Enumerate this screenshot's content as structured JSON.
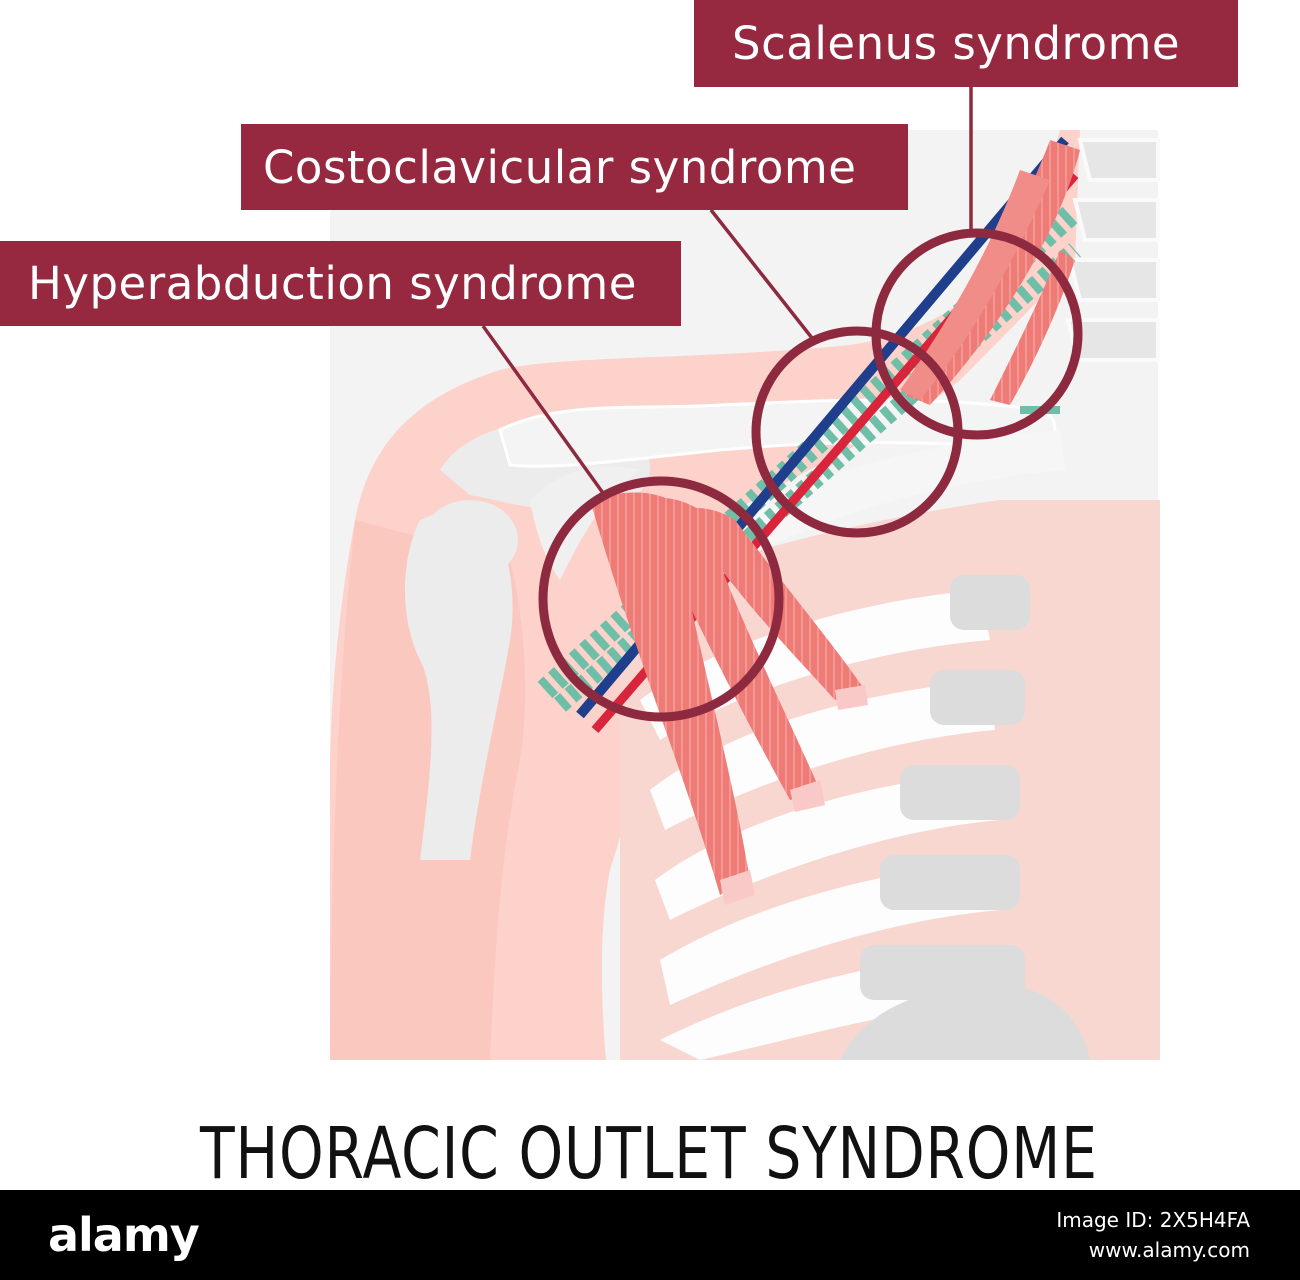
{
  "labels": {
    "scalenus": "Scalenus syndrome",
    "costoclavicular": "Costoclavicular syndrome",
    "hyperabduction": "Hyperabduction syndrome"
  },
  "title": "THORACIC OUTLET SYNDROME",
  "footer": {
    "logo": "alamy",
    "image_id": "Image ID: 2X5H4FA",
    "url": "www.alamy.com"
  },
  "watermark": "alamy",
  "colors": {
    "label_bg": "#96283f",
    "callout": "#8e2a3f",
    "skin": "#fcd2cb",
    "bone": "#e3e3e3",
    "muscle": "#ef7b77",
    "nerve": "#6fbfa8",
    "vein": "#1f3f8c",
    "artery": "#d8253b"
  }
}
